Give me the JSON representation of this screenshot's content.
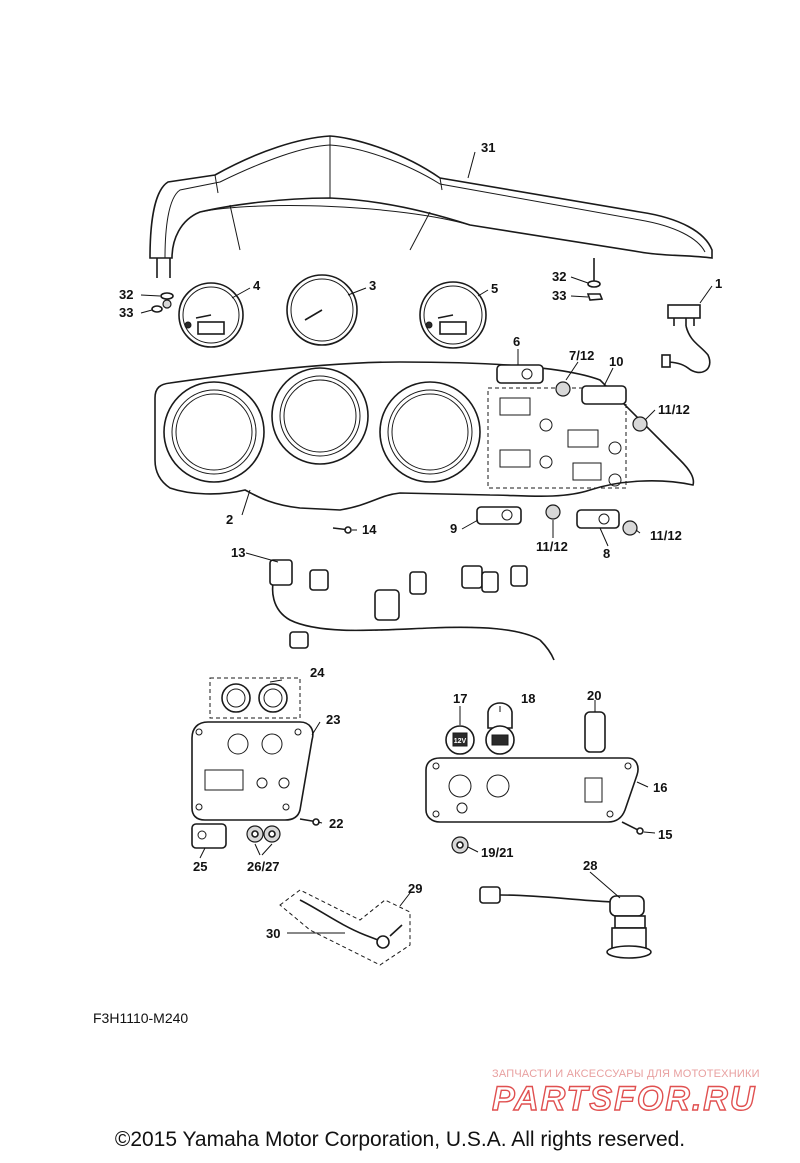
{
  "callouts": {
    "c1": "1",
    "c2": "2",
    "c3": "3",
    "c4": "4",
    "c5": "5",
    "c6": "6",
    "c7_12": "7/12",
    "c8": "8",
    "c9": "9",
    "c10": "10",
    "c11_12_a": "11/12",
    "c11_12_b": "11/12",
    "c11_12_c": "11/12",
    "c13": "13",
    "c14": "14",
    "c15": "15",
    "c16": "16",
    "c17": "17",
    "c18": "18",
    "c19_21": "19/21",
    "c20": "20",
    "c22": "22",
    "c23": "23",
    "c24": "24",
    "c25": "25",
    "c26_27": "26/27",
    "c28": "28",
    "c29": "29",
    "c30": "30",
    "c31": "31",
    "c32_l": "32",
    "c32_r": "32",
    "c33_l": "33",
    "c33_r": "33"
  },
  "drawing_code": "F3H1110-M240",
  "watermark": {
    "tagline": "ЗАПЧАСТИ И АКСЕССУАРЫ ДЛЯ МОТОТЕХНИКИ",
    "brand": "PARTSFOR.RU",
    "color": "#e05050"
  },
  "copyright": "©2015 Yamaha Motor Corporation, U.S.A. All rights reserved.",
  "gauge_labels": {
    "volt": "12V"
  }
}
